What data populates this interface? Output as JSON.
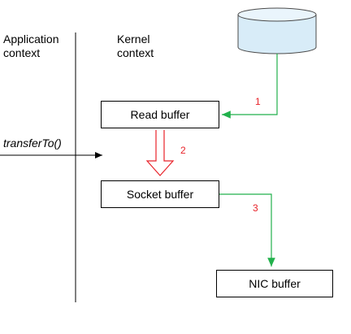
{
  "columns": {
    "application": {
      "line1": "Application",
      "line2": "context"
    },
    "kernel": {
      "line1": "Kernel",
      "line2": "context"
    }
  },
  "call": {
    "label": "transferTo()"
  },
  "buffers": {
    "read": "Read buffer",
    "socket": "Socket buffer",
    "nic": "NIC buffer"
  },
  "steps": [
    "1",
    "2",
    "3"
  ],
  "source": {
    "icon": "disk-cylinder-icon"
  },
  "colors": {
    "flow": "#22b14c",
    "copy_arrow": "#e8232a",
    "step_label": "#e8232a",
    "disk_fill": "#d8ecf8",
    "disk_stroke": "#4a4a4a",
    "divider": "#000000"
  }
}
